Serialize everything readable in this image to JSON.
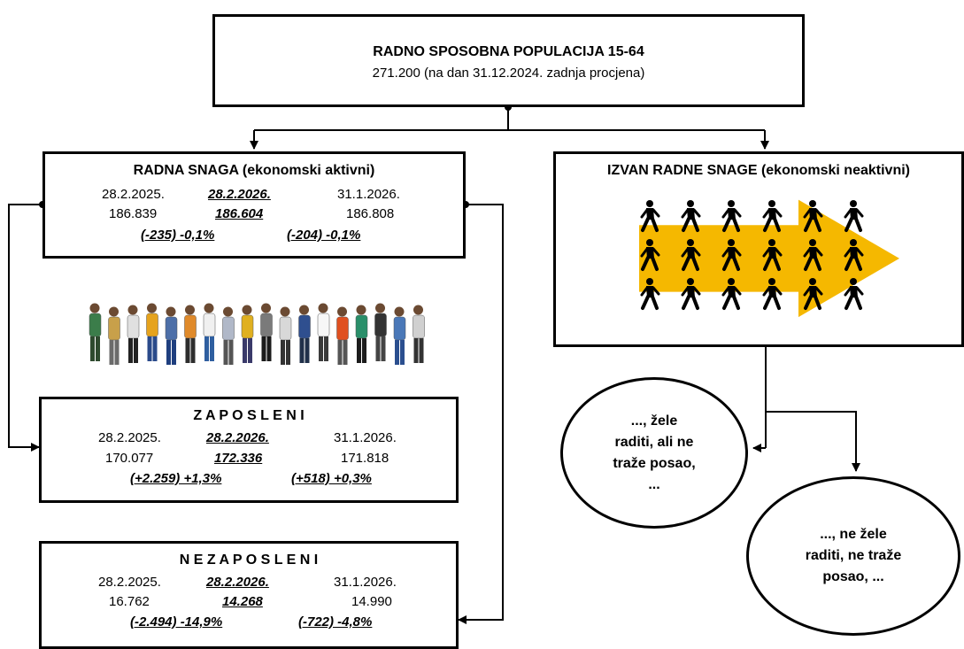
{
  "population": {
    "title": "RADNO SPOSOBNA POPULACIJA 15-64",
    "subtitle": "271.200 (na dan 31.12.2024. zadnja procjena)"
  },
  "labour_force": {
    "title": "RADNA SNAGA (ekonomski aktivni)",
    "dates": [
      "28.2.2025.",
      "28.2.2026.",
      "31.1.2026."
    ],
    "values": [
      "186.839",
      "186.604",
      "186.808"
    ],
    "changes": [
      "(-235) -0,1%",
      "(-204) -0,1%"
    ]
  },
  "employed": {
    "title": "Z A P O S L E N I",
    "dates": [
      "28.2.2025.",
      "28.2.2026.",
      "31.1.2026."
    ],
    "values": [
      "170.077",
      "172.336",
      "171.818"
    ],
    "changes": [
      "(+2.259) +1,3%",
      "(+518) +0,3%"
    ]
  },
  "unemployed": {
    "title": "N E Z A P O S L E N I",
    "dates": [
      "28.2.2025.",
      "28.2.2026.",
      "31.1.2026."
    ],
    "values": [
      "16.762",
      "14.268",
      "14.990"
    ],
    "changes": [
      "(-2.494) -14,9%",
      "(-722) -4,8%"
    ]
  },
  "inactive": {
    "title": "IZVAN RADNE SNAGE (ekonomski neaktivni)"
  },
  "bubbles": {
    "want_work": [
      "..., žele",
      "raditi, ali ne",
      "traže posao,",
      "..."
    ],
    "not_want_work": [
      "..., ne žele",
      "raditi, ne traže",
      "posao, ..."
    ]
  },
  "colors": {
    "arrow": "#f5b800",
    "figure": "#000000"
  }
}
